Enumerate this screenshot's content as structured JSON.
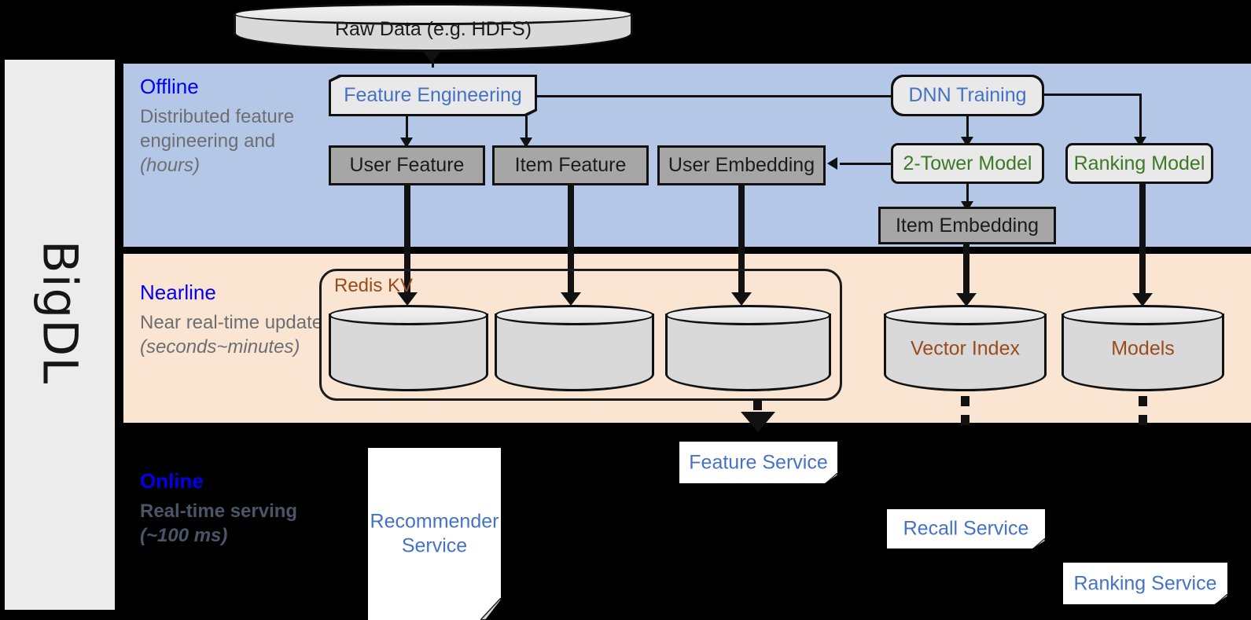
{
  "rail": {
    "label": "BigDL"
  },
  "source": {
    "label": "Raw Data (e.g. HDFS)"
  },
  "bands": {
    "offline": {
      "title": "Offline",
      "desc_plain": "Distributed feature engineering and ",
      "desc_italic": "(hours)",
      "bg": "#b4c7e7"
    },
    "nearline": {
      "title": "Nearline",
      "desc_plain": "Near real-time update ",
      "desc_italic": "(seconds~minutes)",
      "bg": "#fae5d3"
    },
    "online": {
      "title": "Online",
      "desc_plain": "Real-time serving ",
      "desc_italic": "(~100 ms)",
      "bg": "#000000"
    }
  },
  "offline": {
    "feature_engineering": "Feature Engineering",
    "dnn_training": "DNN Training",
    "user_feature": "User Feature",
    "item_feature": "Item Feature",
    "user_embedding": "User Embedding",
    "two_tower_model": "2-Tower Model",
    "ranking_model": "Ranking Model",
    "item_embedding": "Item Embedding"
  },
  "nearline": {
    "redis_kv": "Redis KV",
    "store_1": "",
    "store_2": "",
    "store_3": "",
    "vector_index": "Vector Index",
    "models": "Models"
  },
  "online": {
    "recommender_service": "Recommender Service",
    "feature_service": "Feature Service",
    "recall_service": "Recall Service",
    "ranking_service": "Ranking Service"
  },
  "colors": {
    "accent_blue": "#4472c4",
    "title_blue": "#0000ee",
    "green": "#3d7a23",
    "brown": "#9c4a1a",
    "gray_node": "#a6a6a6",
    "light_node": "#e9e9e9"
  }
}
